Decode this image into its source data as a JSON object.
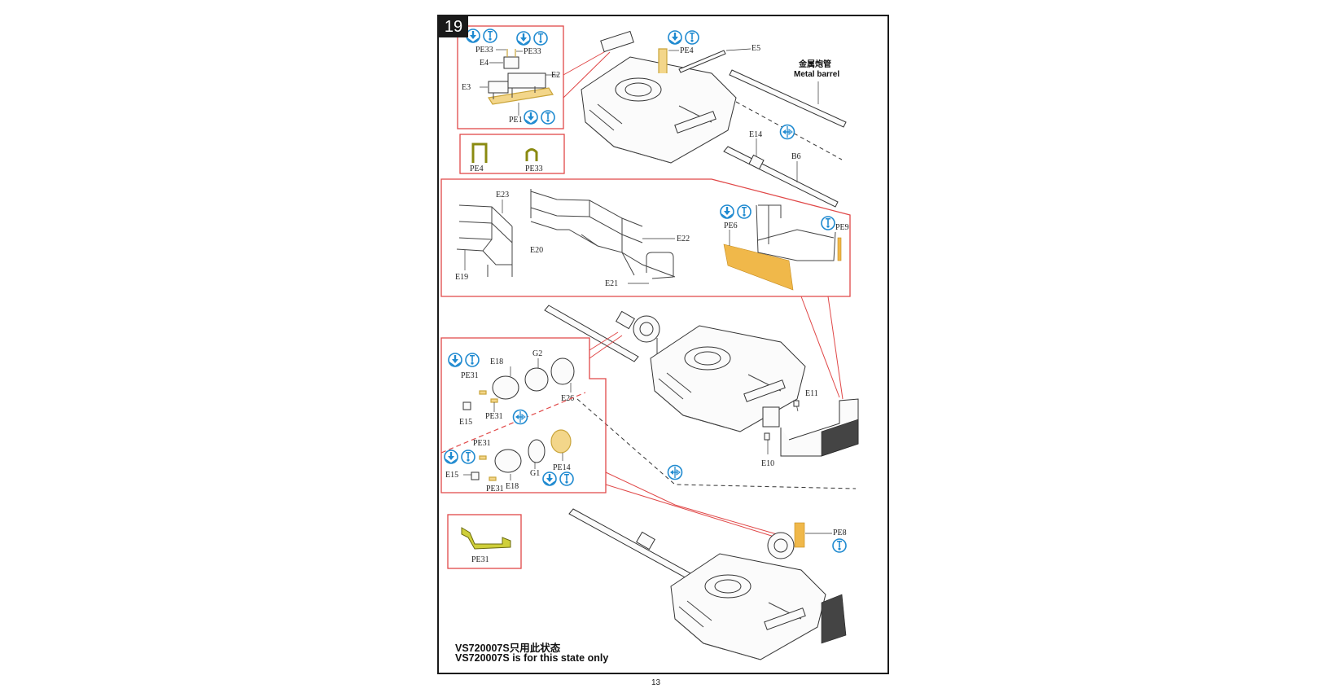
{
  "step": {
    "number": "19"
  },
  "callouts": {
    "top_left_box": {
      "labels": [
        "PE33",
        "PE33",
        "E4",
        "E2",
        "E3",
        "PE1"
      ],
      "icons": [
        "fold-icon",
        "glue-icon"
      ]
    },
    "pe_reference_box": {
      "labels": [
        "PE4",
        "PE33"
      ]
    },
    "turret_top": {
      "labels": [
        "PE4",
        "E5",
        "E14",
        "B6"
      ],
      "barrel_cn": "金属炮管",
      "barrel_en": "Metal barrel"
    },
    "railing_box": {
      "labels": [
        "E23",
        "E20",
        "E22",
        "E19",
        "E21",
        "PE6",
        "PE9"
      ]
    },
    "mantlet_box": {
      "upper_labels": [
        "E18",
        "G2",
        "PE31",
        "E26",
        "PE31",
        "E15"
      ],
      "lower_labels": [
        "PE31",
        "E15",
        "E18",
        "G1",
        "PE14",
        "PE31"
      ]
    },
    "turret_middle": {
      "labels": [
        "E11",
        "E10"
      ]
    },
    "pe31_reference_box": {
      "labels": [
        "PE31"
      ]
    },
    "turret_bottom": {
      "labels": [
        "PE8"
      ]
    }
  },
  "icons": {
    "fold": "fold-icon",
    "glue": "glue-icon",
    "symmetric": "mirror-opposite-side-icon"
  },
  "notes": {
    "cn": "VS720007S只用此状态",
    "en": "VS720007S is for this state only"
  },
  "page_number": "13",
  "colors": {
    "callout_red": "#e04848",
    "icon_blue": "#1f8ad0",
    "photo_etch_gold": "#f0b84a",
    "part_outline": "#333333"
  }
}
